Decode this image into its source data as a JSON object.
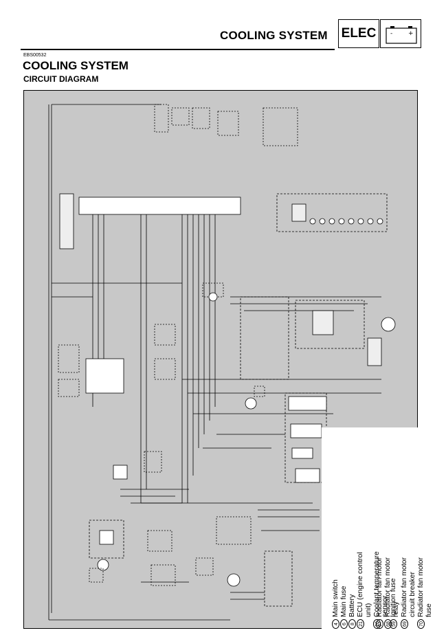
{
  "header": {
    "section_title": "COOLING SYSTEM",
    "tab_label": "ELEC",
    "battery_icon": "battery-icon"
  },
  "page": {
    "code": "EBS00532",
    "title": "COOLING SYSTEM",
    "subtitle": "CIRCUIT DIAGRAM"
  },
  "legend": {
    "columns": [
      [
        {
          "num": "4",
          "label": "Main switch"
        },
        {
          "num": "6",
          "label": "Main fuse"
        },
        {
          "num": "8",
          "label": "Battery"
        },
        {
          "num": "21",
          "label": "ECU (engine control"
        },
        {
          "num": "",
          "label": "unit)"
        },
        {
          "num": "26",
          "label": "Coolant temperature"
        },
        {
          "num": "",
          "label": "sensor"
        },
        {
          "num": "59",
          "label": "Ignition fuse"
        }
      ],
      [
        {
          "num": "67",
          "label": "Radiator fan motor"
        },
        {
          "num": "68",
          "label": "Radiator fan motor"
        },
        {
          "num": "",
          "label": "relay"
        },
        {
          "num": "69",
          "label": "Radiator fan motor"
        },
        {
          "num": "",
          "label": "circuit breaker"
        },
        {
          "num": "70",
          "label": "Radiator fan motor"
        },
        {
          "num": "",
          "label": "fuse"
        }
      ]
    ]
  }
}
